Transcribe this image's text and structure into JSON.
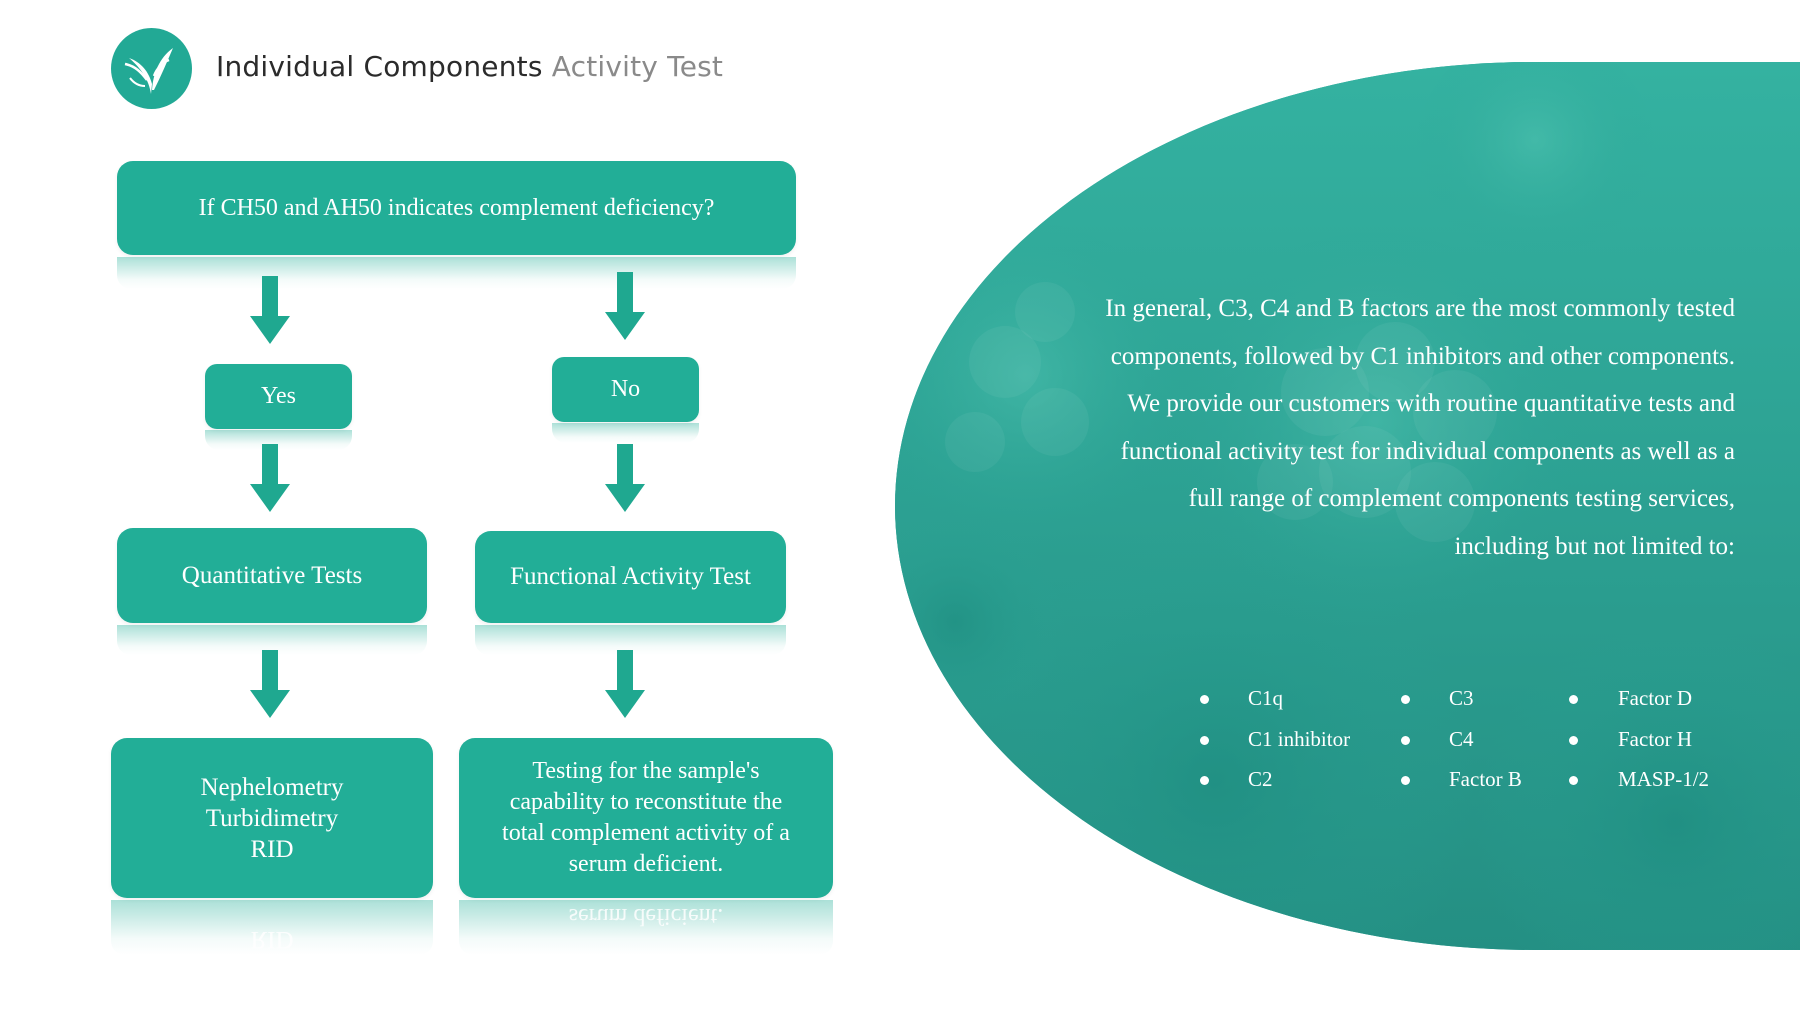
{
  "header": {
    "title_main": "Individual Components",
    "title_sub": "Activity Test",
    "logo_icon": "sprout-leaf-icon",
    "brand_color": "#22a995"
  },
  "flowchart": {
    "question": "If CH50 and AH50 indicates complement deficiency?",
    "yes_label": "Yes",
    "no_label": "No",
    "left_test": "Quantitative Tests",
    "right_test": "Functional Activity Test",
    "left_methods": [
      "Nephelometry",
      "Turbidimetry",
      "RID"
    ],
    "right_description": [
      "Testing for the sample's",
      "capability to reconstitute the",
      "total complement activity of a",
      "serum deficient."
    ],
    "box_color": "#22ae97",
    "arrow_color": "#1fa890"
  },
  "panel": {
    "paragraph_lines": [
      "In general, C3, C4 and B factors are the most commonly tested",
      "components, followed by C1 inhibitors and other components.",
      "We provide our customers with routine quantitative tests and",
      "functional activity test for individual components as well as a",
      "full range of complement components testing services,",
      "including but not limited to:"
    ],
    "components": [
      [
        "C1q",
        "C1 inhibitor",
        "C2"
      ],
      [
        "C3",
        "C4",
        "Factor B"
      ],
      [
        "Factor D",
        "Factor H",
        "MASP-1/2"
      ]
    ],
    "panel_color": "#2aa596"
  }
}
